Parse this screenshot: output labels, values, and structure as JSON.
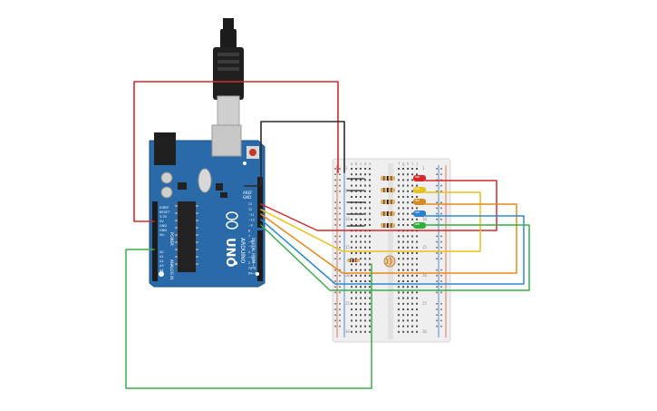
{
  "board": {
    "brand": "ARDUINO",
    "model": "UNO",
    "aref": "AREF",
    "gnd": "GND",
    "power_label": "POWER",
    "analog_label": "ANALOG IN",
    "digital_label": "DIGITAL (PWM~)",
    "power_pins": [
      "IOREF",
      "RESET",
      "3.3V",
      "5V",
      "GND",
      "GND",
      "Vin"
    ],
    "analog_pins": [
      "A0",
      "A1",
      "A2",
      "A3",
      "A4",
      "A5"
    ],
    "digital_pins": [
      "13",
      "12",
      "~11",
      "~10",
      "~9",
      "8",
      "7",
      "~6",
      "~5",
      "4",
      "~3",
      "2",
      "TX→1",
      "RX←0"
    ]
  },
  "breadboard": {
    "columns": [
      "a",
      "b",
      "c",
      "d",
      "e",
      "f",
      "g",
      "h",
      "i",
      "j"
    ],
    "row_numbers": [
      "1",
      "5",
      "10",
      "15",
      "20",
      "25",
      "30"
    ]
  },
  "components": {
    "leds": [
      {
        "name": "led-red",
        "color": "#d9262b"
      },
      {
        "name": "led-yellow",
        "color": "#e8c21a"
      },
      {
        "name": "led-orange",
        "color": "#d48a1e"
      },
      {
        "name": "led-blue",
        "color": "#2a7fd0"
      },
      {
        "name": "led-green",
        "color": "#2fae3c"
      }
    ]
  },
  "colors": {
    "board": "#2a6aa9",
    "breadboard": "#f2f2f2",
    "wire_red": "#d42a2a",
    "wire_black": "#2b2b2b",
    "wire_yellow": "#e8c21a",
    "wire_orange": "#e88a1a",
    "wire_blue": "#2a8ad0",
    "wire_green": "#3aae4a"
  }
}
